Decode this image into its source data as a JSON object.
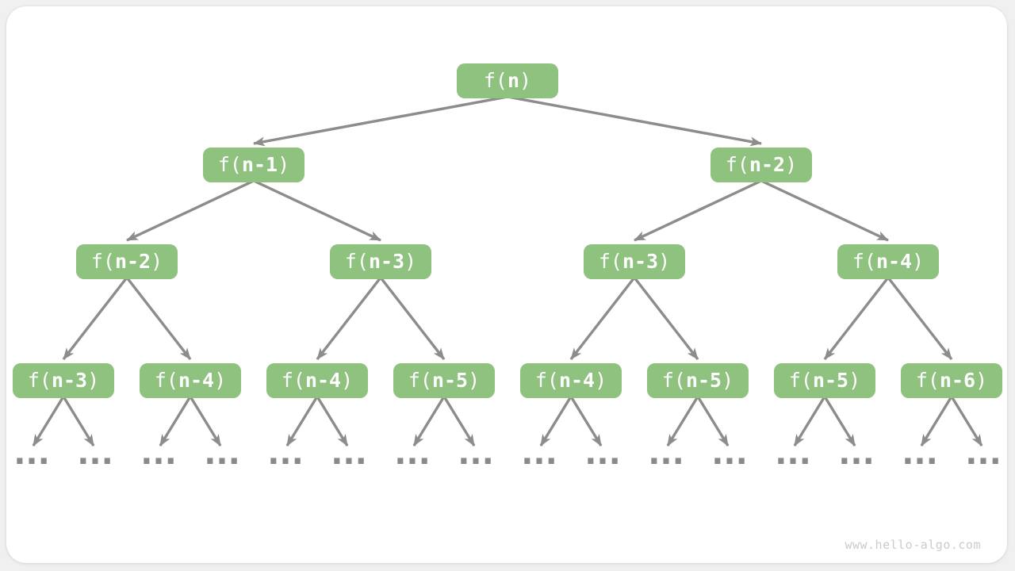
{
  "watermark": "www.hello-algo.com",
  "colors": {
    "page_bg": "#f0f0f0",
    "card_bg": "#ffffff",
    "node_fill": "#8fc17f",
    "node_text": "#ffffff",
    "arrow": "#8c8c8c",
    "dots": "#8a8a8a",
    "watermark": "#cbcbcb"
  },
  "tree": {
    "levels": [
      [
        "f(n)"
      ],
      [
        "f(n-1)",
        "f(n-2)"
      ],
      [
        "f(n-2)",
        "f(n-3)",
        "f(n-3)",
        "f(n-4)"
      ],
      [
        "f(n-3)",
        "f(n-4)",
        "f(n-4)",
        "f(n-5)",
        "f(n-4)",
        "f(n-5)",
        "f(n-5)",
        "f(n-6)"
      ]
    ],
    "leaf_ellipsis": "...",
    "leaf_ellipsis_count": 16
  }
}
